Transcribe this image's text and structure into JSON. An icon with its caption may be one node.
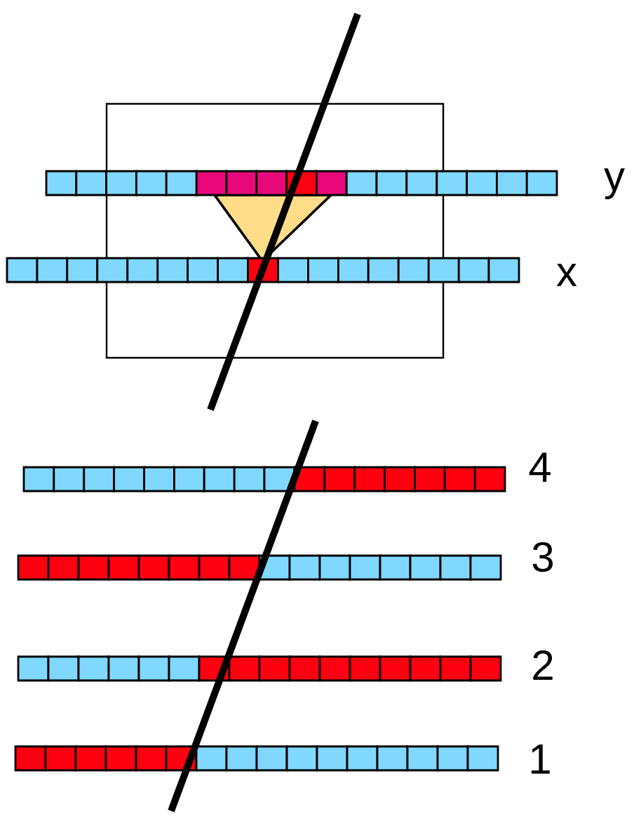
{
  "diagram": {
    "labels": [
      "y",
      "x",
      "4",
      "3",
      "2",
      "1"
    ]
  }
}
